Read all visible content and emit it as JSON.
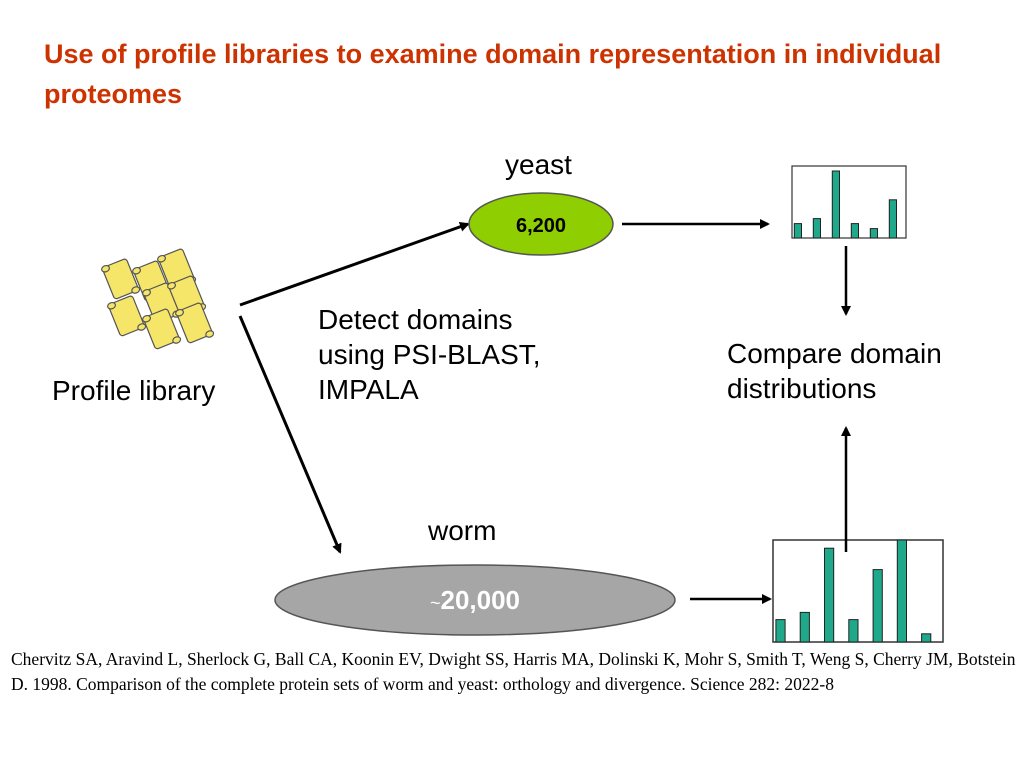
{
  "title": "Use of profile libraries to examine domain representation in individual proteomes",
  "profile_library": {
    "label": "Profile library"
  },
  "yeast": {
    "label": "yeast",
    "count": "6,200",
    "color": "#8fce00"
  },
  "worm": {
    "label": "worm",
    "count_prefix": "~",
    "count": "20,000",
    "color": "#a6a6a6"
  },
  "detect": {
    "text": "Detect domains using PSI-BLAST, IMPALA"
  },
  "compare": {
    "text": "Compare domain distributions"
  },
  "bar_color": "#1fa88a",
  "histograms": {
    "yeast": {
      "bars": [
        0.2,
        0.27,
        0.93,
        0.2,
        0.13,
        0.53
      ]
    },
    "worm": {
      "bars": [
        0.22,
        0.29,
        0.92,
        0.22,
        0.71,
        1.0,
        0.08
      ]
    }
  },
  "citation": "Chervitz SA, Aravind L, Sherlock G, Ball CA, Koonin EV, Dwight SS, Harris MA, Dolinski K, Mohr S, Smith T, Weng S, Cherry JM, Botstein D. 1998. Comparison of the complete protein sets of worm and yeast: orthology and divergence. Science 282: 2022-8"
}
